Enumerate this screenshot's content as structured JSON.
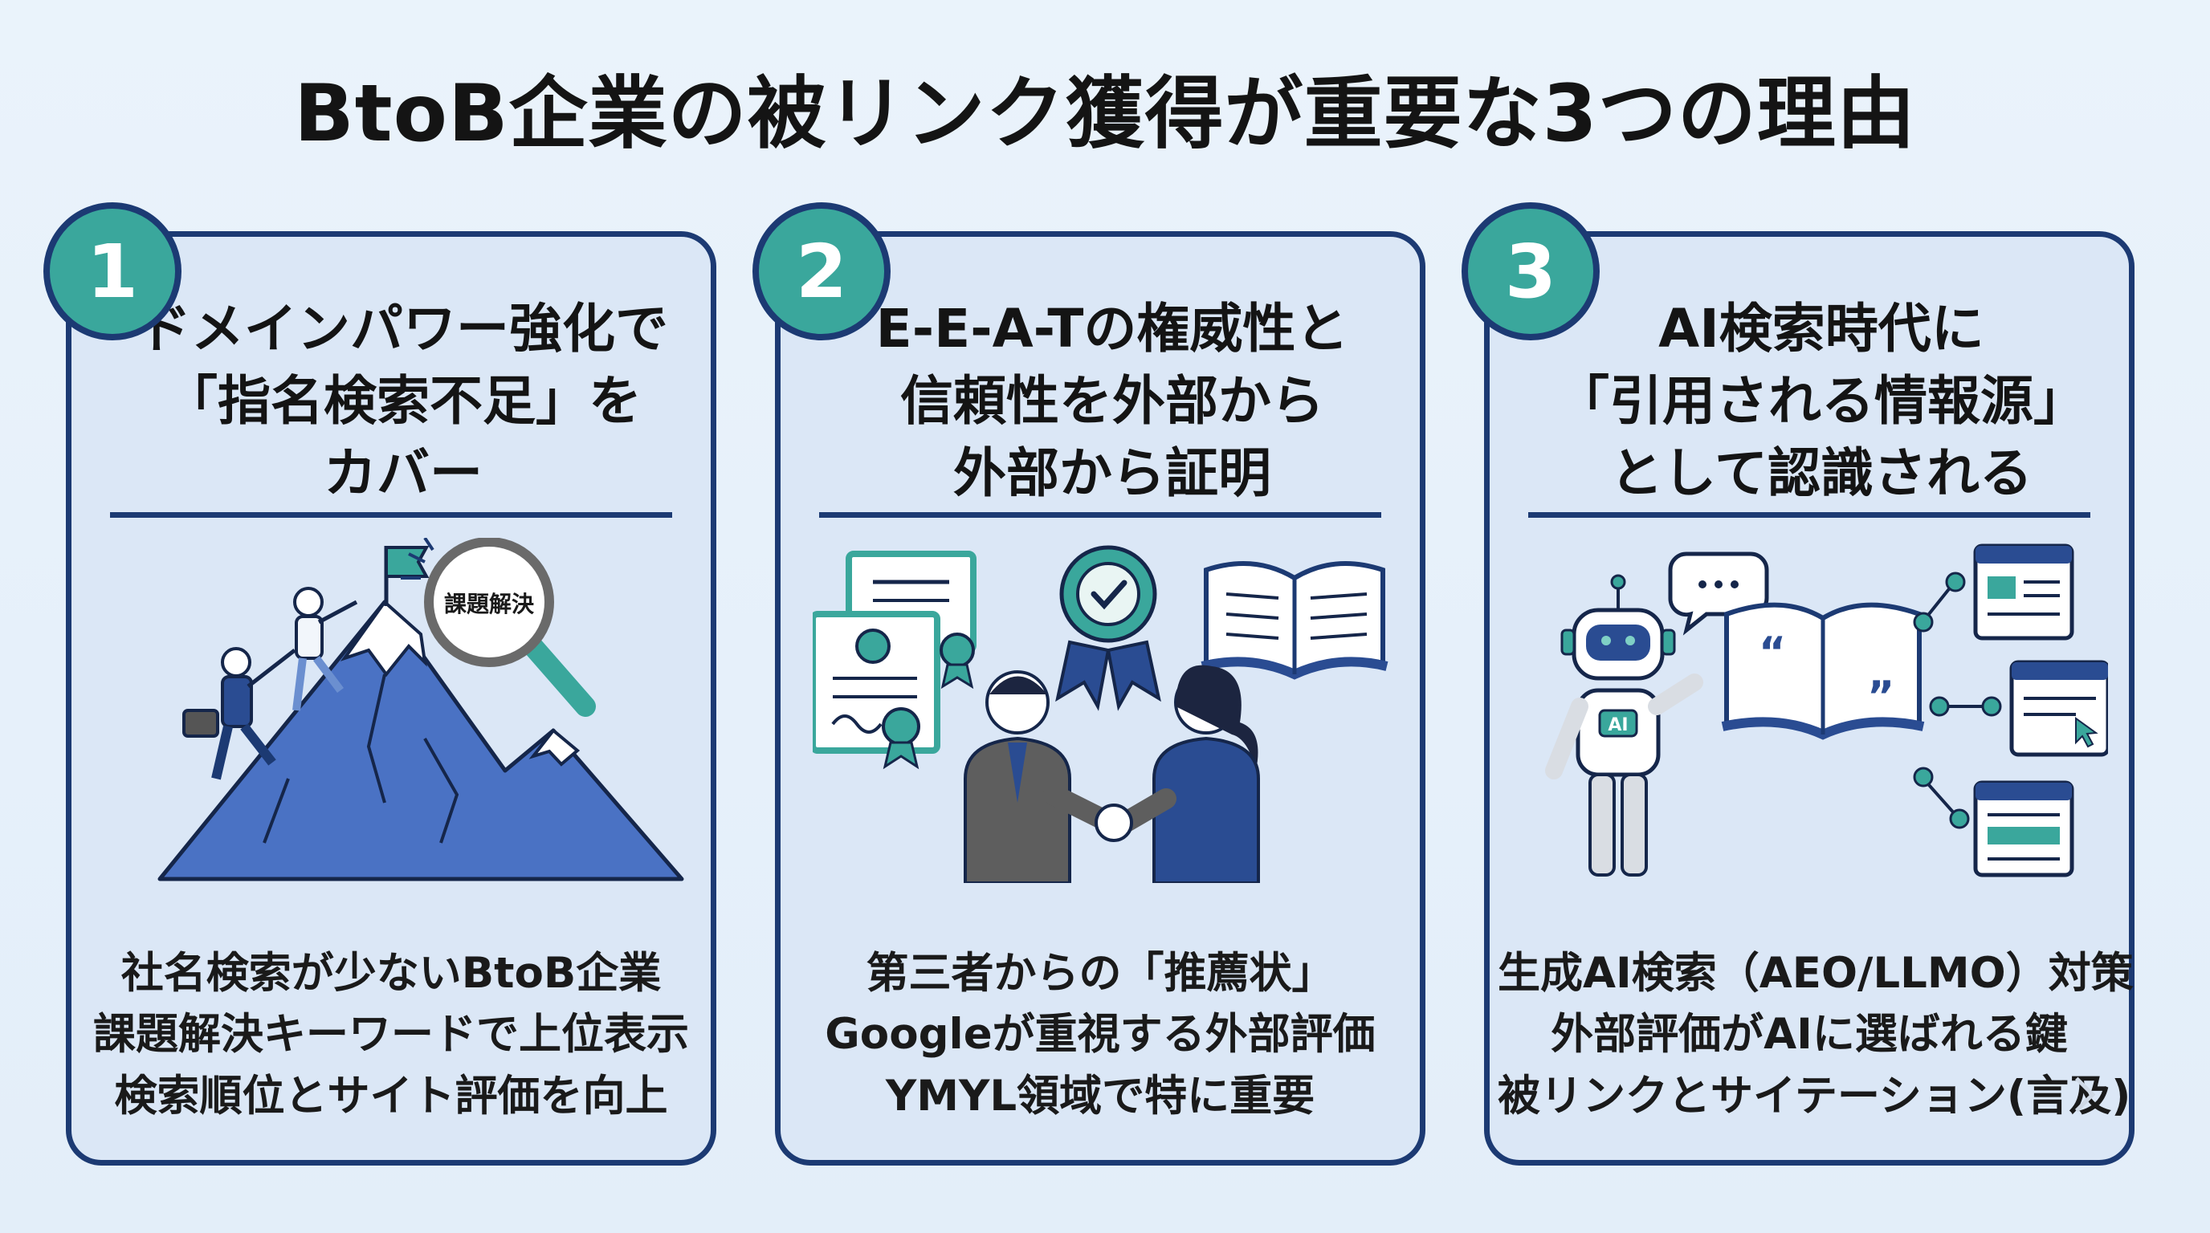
{
  "title": "BtoB企業の被リンク獲得が重要な3つの理由",
  "colors": {
    "navy": "#1c3a73",
    "teal": "#3aa79c",
    "card": "#dbe7f6",
    "mountain": "#4a72c4"
  },
  "cards": [
    {
      "number": "1",
      "heading": [
        "ドメインパワー強化で",
        "「指名検索不足」を",
        "カバー"
      ],
      "illustration_icons": [
        "mountain-icon",
        "flag-icon",
        "climbers-icon",
        "magnifier-icon"
      ],
      "magnifier_label": "課題解決",
      "description": [
        "社名検索が少ないBtoB企業",
        "課題解決キーワードで上位表示",
        "検索順位とサイト評価を向上"
      ]
    },
    {
      "number": "2",
      "heading": [
        "E-E-A-Tの権威性と",
        "信頼性を外部から",
        "外部から証明"
      ],
      "illustration_icons": [
        "certificate-icon",
        "award-badge-icon",
        "open-book-icon",
        "handshake-icon"
      ],
      "description": [
        "第三者からの「推薦状」",
        "Googleが重視する外部評価",
        "YMYL領域で特に重要"
      ]
    },
    {
      "number": "3",
      "heading": [
        "AI検索時代に",
        "「引用される情報源」",
        "として認識される"
      ],
      "illustration_icons": [
        "robot-icon",
        "speech-bubble-icon",
        "quote-book-icon",
        "web-page-icon"
      ],
      "robot_label": "AI",
      "description": [
        "生成AI検索（AEO/LLMO）対策",
        "外部評価がAIに選ばれる鍵",
        "被リンクとサイテーション(言及)"
      ]
    }
  ]
}
